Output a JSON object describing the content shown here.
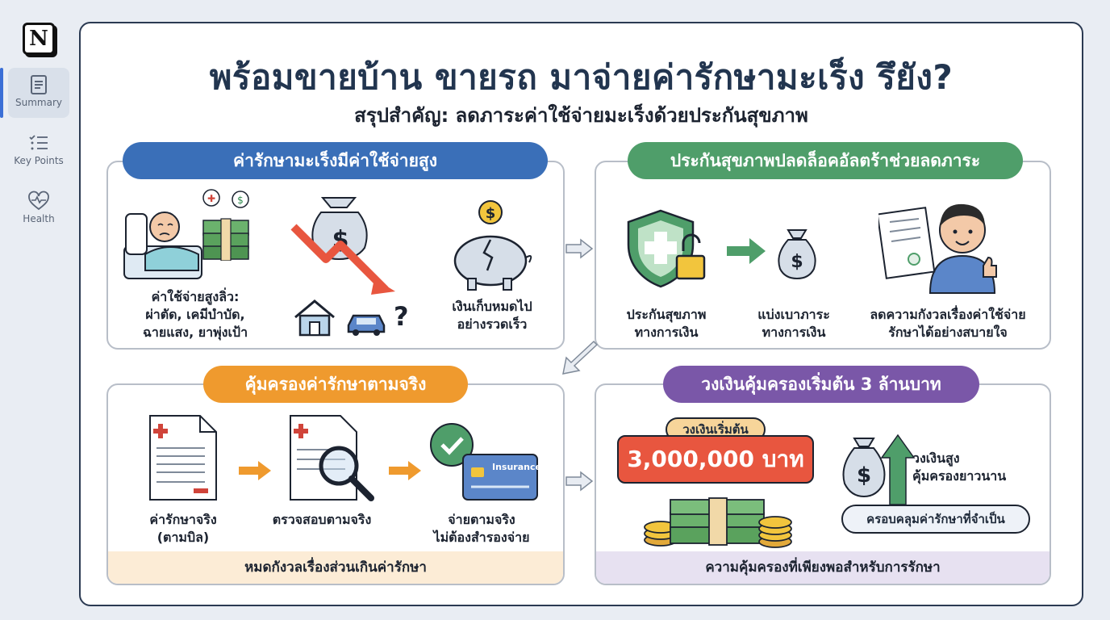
{
  "sidebar": {
    "logo_letter": "N",
    "items": [
      {
        "label": "Summary",
        "icon": "document-icon",
        "active": true
      },
      {
        "label": "Key Points",
        "icon": "checklist-icon",
        "active": false
      },
      {
        "label": "Health",
        "icon": "heart-pulse-icon",
        "active": false
      }
    ]
  },
  "main": {
    "title": "พร้อมขายบ้าน ขายรถ มาจ่ายค่ารักษามะเร็ง รึยัง?",
    "subtitle": "สรุปสำคัญ: ลดภาระค่าใช้จ่ายมะเร็งด้วยประกันสุขภาพ"
  },
  "panels": {
    "cost": {
      "heading": "ค่ารักษามะเร็งมีค่าใช้จ่ายสูง",
      "captions": [
        "ค่าใช้จ่ายสูงลิ่ว:",
        "ผ่าตัด, เคมีบำบัด,",
        "ฉายแสง, ยาพุ่งเป้า"
      ],
      "savings_caption": [
        "เงินเก็บหมดไป",
        "อย่างรวดเร็ว"
      ],
      "question_mark": "?"
    },
    "insurance": {
      "heading": "ประกันสุขภาพปลดล็อคอัลตร้าช่วยลดภาระ",
      "items": [
        [
          "ประกันสุขภาพ",
          "ทางการเงิน"
        ],
        [
          "แบ่งเบาภาระ",
          "ทางการเงิน"
        ],
        [
          "ลดความกังวลเรื่องค่าใช้จ่าย",
          "รักษาได้อย่างสบายใจ"
        ]
      ]
    },
    "actual": {
      "heading": "คุ้มครองค่ารักษาตามจริง",
      "items": [
        [
          "ค่ารักษาจริง",
          "(ตามบิล)"
        ],
        [
          "ตรวจสอบตามจริง"
        ],
        [
          "จ่ายตามจริง",
          "ไม่ต้องสำรองจ่าย"
        ]
      ],
      "card_text": "Insurance",
      "footer": "หมดกังวลเรื่องส่วนเกินค่ารักษา"
    },
    "coverage": {
      "heading": "วงเงินคุ้มครองเริ่มต้น 3 ล้านบาท",
      "badge": "วงเงินเริ่มต้น",
      "amount": "3,000,000 บาท",
      "side_text": [
        "วงเงินสูง",
        "คุ้มครองยาวนาน"
      ],
      "chip": "ครอบคลุมค่ารักษาที่จำเป็น",
      "footer": "ความคุ้มครองที่เพียงพอสำหรับการรักษา"
    }
  },
  "colors": {
    "blue": "#3a6fb8",
    "green": "#4f9e6a",
    "orange": "#ef9a2e",
    "purple": "#7a57a8",
    "red": "#e8563f"
  }
}
